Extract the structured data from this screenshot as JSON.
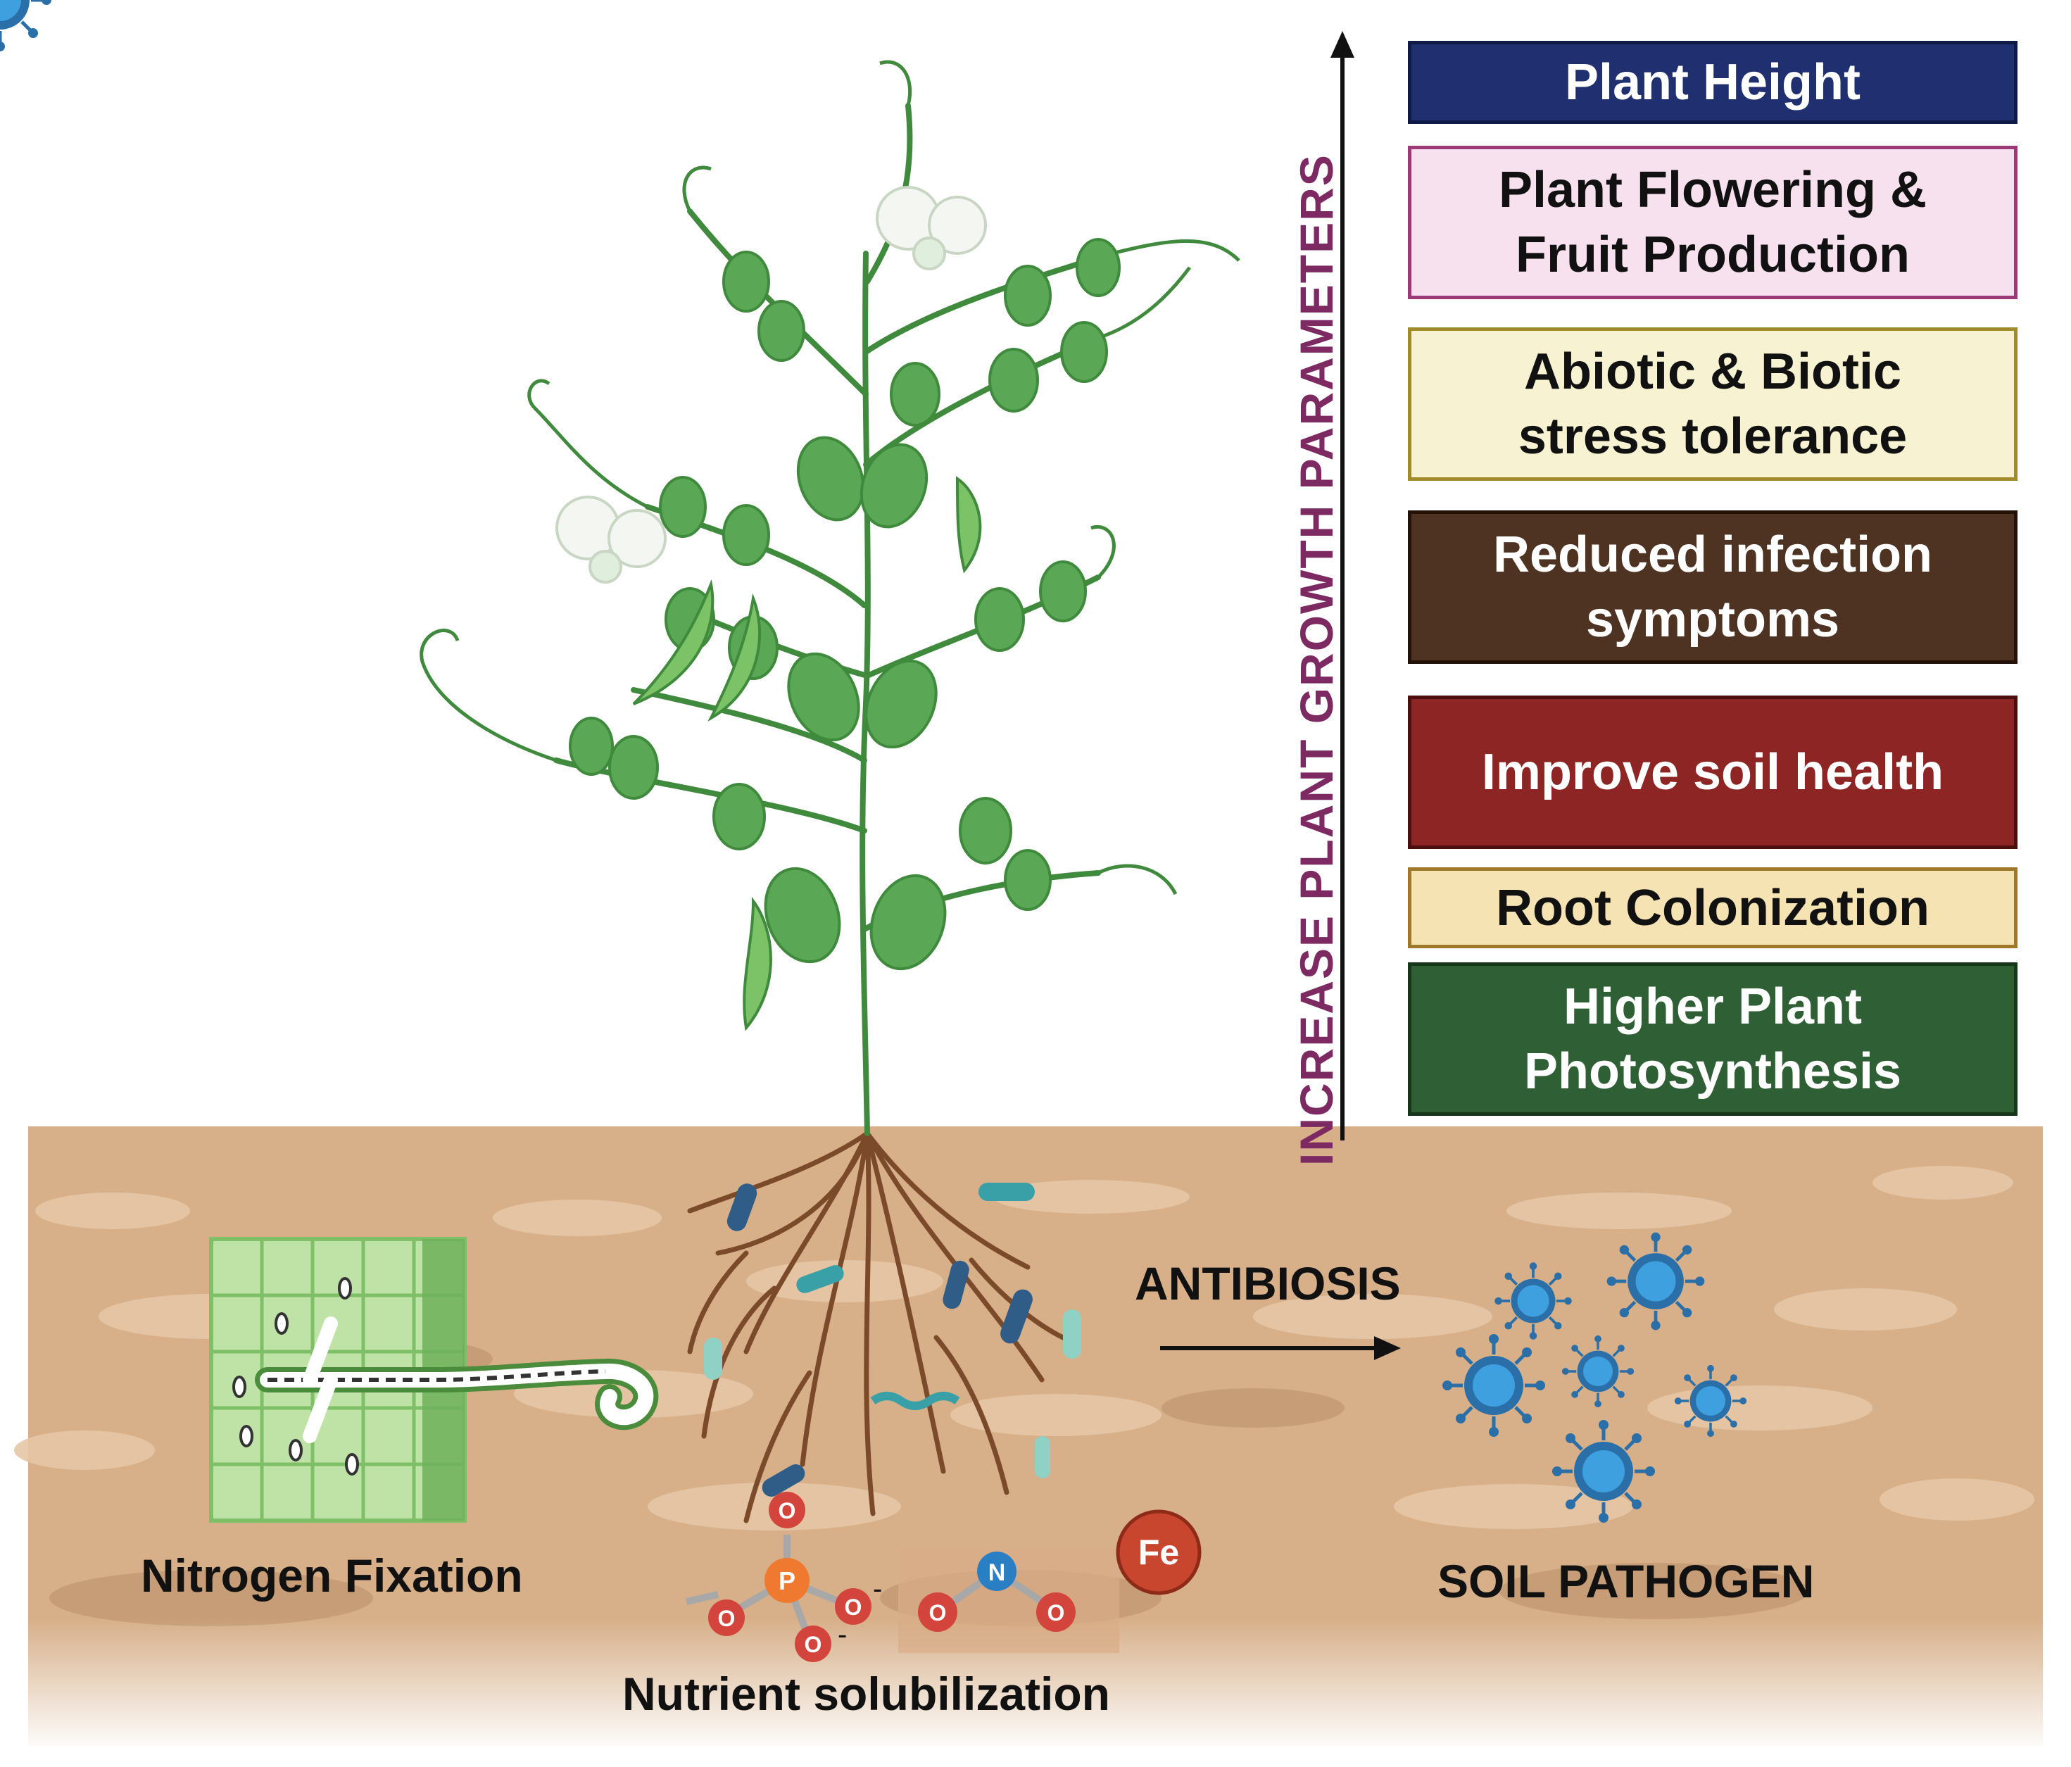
{
  "axis_label": "INCREASE PLANT GROWTH PARAMETERS",
  "boxes": [
    {
      "text": "Plant Height",
      "bg": "#1f2f6f",
      "fg": "#ffffff",
      "border": "#0f1a45"
    },
    {
      "text": "Plant Flowering &\nFruit Production",
      "bg": "#f8e1ee",
      "fg": "#111111",
      "border": "#9c3a78"
    },
    {
      "text": "Abiotic & Biotic\nstress tolerance",
      "bg": "#f7f3d2",
      "fg": "#111111",
      "border": "#a08a2a"
    },
    {
      "text": "Reduced infection\nsymptoms",
      "bg": "#4e3322",
      "fg": "#ffffff",
      "border": "#241208"
    },
    {
      "text": "Improve soil health",
      "bg": "#8c2524",
      "fg": "#ffffff",
      "border": "#4a0f0f"
    },
    {
      "text": "Root Colonization",
      "bg": "#f6e3b4",
      "fg": "#111111",
      "border": "#a0782a"
    },
    {
      "text": "Higher Plant\nPhotosynthesis",
      "bg": "#2f5f34",
      "fg": "#ffffff",
      "border": "#173519"
    }
  ],
  "labels": {
    "nitrogen": "Nitrogen Fixation",
    "nutrient": "Nutrient solubilization",
    "antibiosis": "ANTIBIOSIS",
    "pathogen": "SOIL PATHOGEN"
  },
  "molecules": {
    "phosphorus": "P",
    "oxygen": "O",
    "nitrogen": "N",
    "iron": "Fe",
    "charge": "-"
  },
  "colors": {
    "axis_label": "#7d2a63",
    "soil": "#d7b08a",
    "soil_dark": "#b98d66",
    "leaf": "#5aa856",
    "stem": "#3f8a3c",
    "root": "#7b4a2a",
    "pathogen": "#2e8ad0"
  }
}
